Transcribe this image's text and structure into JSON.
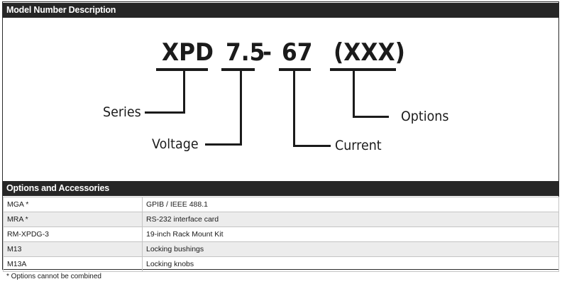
{
  "sections": {
    "model_title": "Model Number Description",
    "options_title": "Options and Accessories"
  },
  "model_code": {
    "series": "XPD",
    "voltage": "7.5",
    "separator": "-",
    "current": "67",
    "options": "(XXX)"
  },
  "labels": {
    "series": "Series",
    "voltage": "Voltage",
    "current": "Current",
    "options": "Options"
  },
  "options_table": [
    {
      "model": "MGA *",
      "description": "GPIB / IEEE 488.1"
    },
    {
      "model": "MRA *",
      "description": "RS-232 interface card"
    },
    {
      "model": "RM-XPDG-3",
      "description": "19-inch Rack Mount Kit"
    },
    {
      "model": "M13",
      "description": "Locking bushings"
    },
    {
      "model": "M13A",
      "description": "Locking knobs"
    }
  ],
  "footnote": "* Options cannot be combined",
  "colors": {
    "header_bar": "#262626",
    "header_text": "#ffffff",
    "row_alt": "#ececec"
  }
}
